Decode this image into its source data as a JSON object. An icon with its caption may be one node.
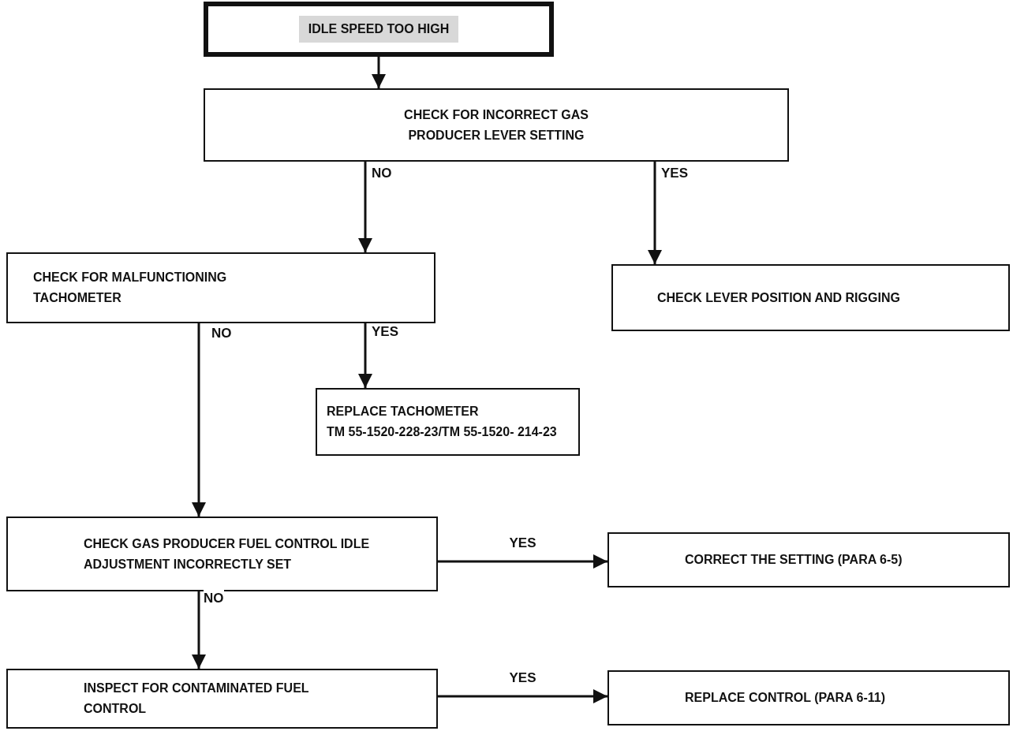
{
  "diagram": {
    "nodes": [
      {
        "text": [
          "IDLE SPEED TOO HIGH"
        ]
      },
      {
        "text": [
          "CHECK FOR INCORRECT GAS PRODUCER LEVER SETTING"
        ]
      },
      {
        "text": [
          "CHECK FOR MALFUNCTIONING TACHOMETER"
        ]
      },
      {
        "text": [
          "CHECK LEVER POSITION AND RIGGING"
        ]
      },
      {
        "text": [
          "REPLACE TACHOMETER",
          "TM 55-1520-228-23/TM 55-1520- 214-23"
        ]
      },
      {
        "text": [
          "CHECK GAS PRODUCER FUEL CONTROL IDLE ADJUSTMENT INCORRECTLY SET"
        ]
      },
      {
        "text": [
          "CORRECT THE SETTING (PARA 6-5)"
        ]
      },
      {
        "text": [
          "INSPECT FOR CONTAMINATED FUEL CONTROL"
        ]
      },
      {
        "text": [
          "REPLACE CONTROL (PARA 6-11)"
        ]
      }
    ],
    "edges": [
      {
        "from": 0,
        "to": 1,
        "arrow": "to"
      },
      {
        "from": 1,
        "to": 2,
        "arrow": "to",
        "label": "NO"
      },
      {
        "from": 1,
        "to": 3,
        "arrow": "to",
        "label": "YES"
      },
      {
        "from": 2,
        "to": 4,
        "arrow": "to",
        "label": "YES"
      },
      {
        "from": 2,
        "to": 5,
        "arrow": "to",
        "label": "NO"
      },
      {
        "from": 5,
        "to": 6,
        "arrow": "to",
        "label": "YES"
      },
      {
        "from": 5,
        "to": 7,
        "arrow": "to",
        "label": "NO"
      },
      {
        "from": 7,
        "to": 8,
        "arrow": "to",
        "label": "YES"
      }
    ]
  }
}
